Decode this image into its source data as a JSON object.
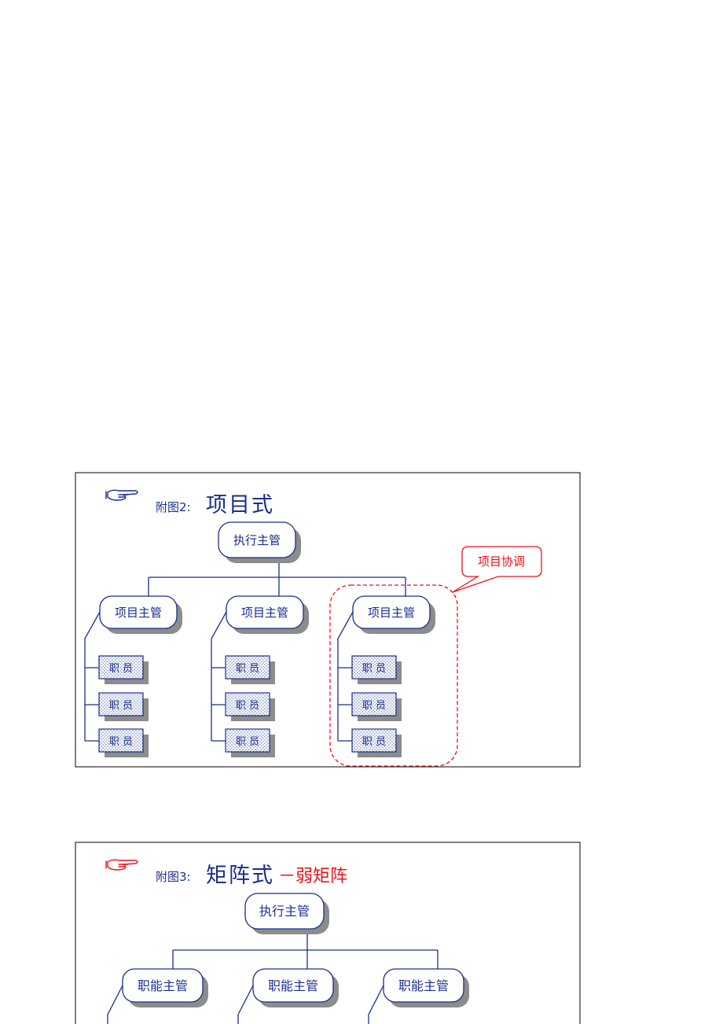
{
  "colors": {
    "blue": "#1a2f8c",
    "red": "#e8121b",
    "shadow": "#8c8c8c",
    "dot": "#5a6fae"
  },
  "figure2": {
    "prefix": "附图2:",
    "title": "项目式",
    "executive": "执行主管",
    "managers": [
      "项目主管",
      "项目主管",
      "项目主管"
    ],
    "staff_label": "职  员",
    "staff_per_manager": 3,
    "callout": "项目协调",
    "hand_icon": "pointing-hand-icon"
  },
  "figure3": {
    "prefix": "附图3:",
    "title": "矩阵式",
    "title_suffix": "－弱矩阵",
    "executive": "执行主管",
    "managers": [
      "职能主管",
      "职能主管",
      "职能主管"
    ],
    "hand_icon": "pointing-hand-icon"
  }
}
